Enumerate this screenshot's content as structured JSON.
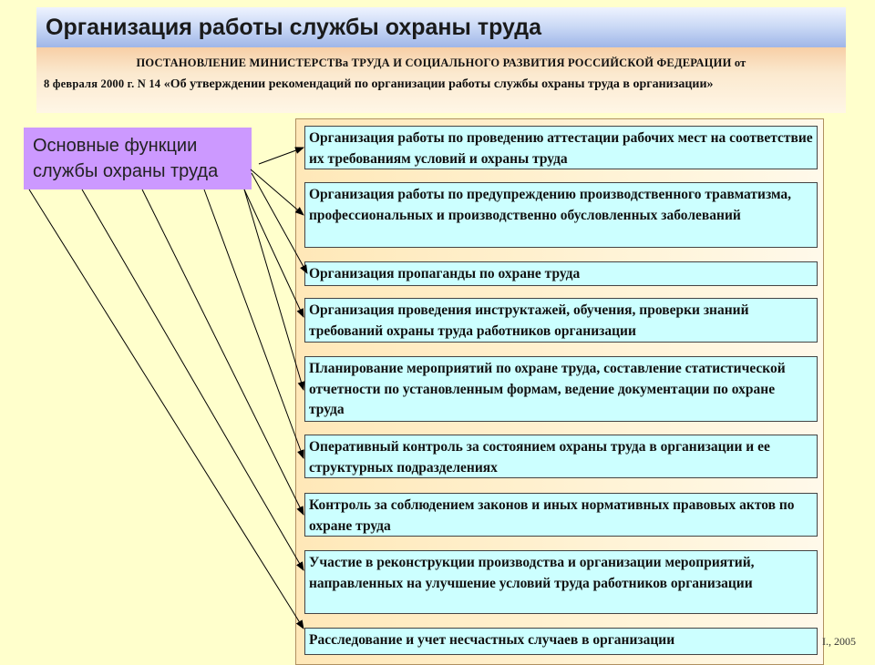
{
  "title": "Организация работы службы охраны труда",
  "subtitle": {
    "line1": "ПОСТАНОВЛЕНИЕ МИНИСТЕРСТВа ТРУДА И СОЦИАЛЬНОГО РАЗВИТИЯ РОССИЙСКОЙ ФЕДЕРАЦИИ от",
    "line2_date": "8 февраля 2000 г. N 14",
    "line2_rest": " «Об утверждении рекомендаций по организации работы службы охраны труда в организации»"
  },
  "source_box": "Основные функции службы охраны труда",
  "functions": [
    "Организация работы по проведению аттестации рабочих мест на соответствие их требованиям условий и охраны труда",
    "Организация работы по предупреждению производственного травматизма, профессиональных и производственно обусловленных заболеваний",
    "Организация пропаганды по охране труда",
    "Организация проведения инструктажей, обучения, проверки знаний требований охраны труда работников организации",
    "Планирование мероприятий по охране труда, составление статистической отчетности по установленным формам, ведение документации по охране труда",
    "Оперативный контроль за состоянием охраны труда в организации и ее структурных подразделениях",
    "Контроль за соблюдением законов и иных нормативных правовых актов по охране труда",
    "Участие в реконструкции производства и организации мероприятий, направленных на улучшение условий труда работников организации",
    "Расследование и учет несчастных случаев в организации"
  ],
  "footer": "I., 2005"
}
